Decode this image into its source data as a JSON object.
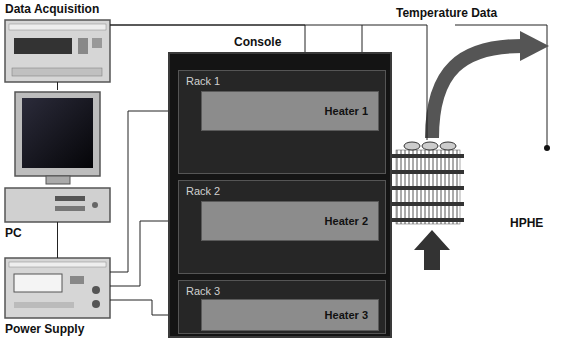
{
  "diagram": {
    "nodes": [
      {
        "text": [
          "Data Acquisition"
        ]
      },
      {
        "text": [
          "PC"
        ]
      },
      {
        "text": [
          "Power Supply"
        ]
      },
      {
        "text": [
          "Console"
        ]
      },
      {
        "text": [
          "Rack 1"
        ],
        "in": 3
      },
      {
        "text": [
          "Heater 1"
        ],
        "in": 4
      },
      {
        "text": [
          "Rack 2"
        ],
        "in": 3
      },
      {
        "text": [
          "Heater 2"
        ],
        "in": 6
      },
      {
        "text": [
          "Rack 3"
        ],
        "in": 3
      },
      {
        "text": [
          "Heater 3"
        ],
        "in": 8
      },
      {
        "text": [
          "HPHE"
        ]
      }
    ],
    "edges": [
      {
        "from": 0,
        "to": 1,
        "arrow": "none"
      },
      {
        "from": 1,
        "to": 2,
        "arrow": "none"
      },
      {
        "from": 2,
        "to": 5,
        "arrow": "none"
      },
      {
        "from": 2,
        "to": 7,
        "arrow": "none"
      },
      {
        "from": 2,
        "to": 9,
        "arrow": "none"
      },
      {
        "from": 0,
        "to": 3,
        "arrow": "none"
      },
      {
        "from": 0,
        "to": 10,
        "arrow": "none"
      }
    ],
    "labels": [
      "Temperature Data"
    ]
  }
}
